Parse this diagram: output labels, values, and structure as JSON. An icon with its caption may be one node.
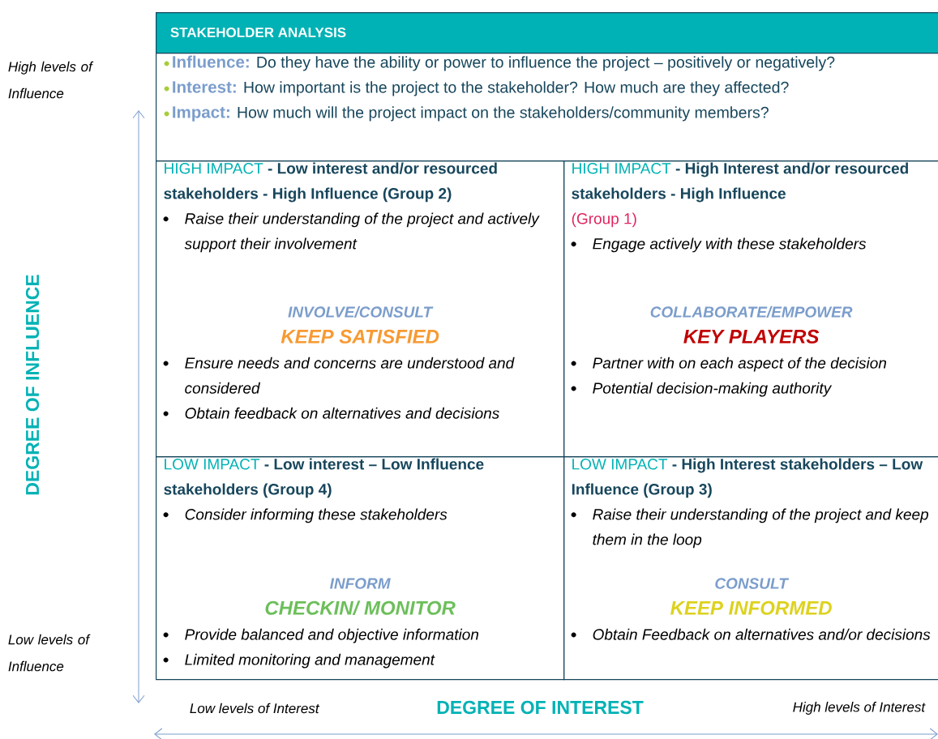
{
  "diagram": {
    "nodes": [
      {
        "text": [
          "STAKEHOLDER ANALYSIS"
        ]
      },
      {
        "text": [
          "Influence:",
          "Do they have the ability or power to influence the project – positively or negatively?",
          "Interest:",
          "How important is the project to the stakeholder? How much are they affected?",
          "Impact:",
          "How much will the project impact on the stakeholders/community members?"
        ]
      },
      {
        "text": [
          "HIGH IMPACT",
          "- Low interest and/or resourced stakeholders - High Influence (Group 2)",
          "Raise their understanding of the project and actively support their involvement",
          "INVOLVE/CONSULT",
          "KEEP SATISFIED",
          "Ensure needs and concerns are understood and considered",
          "Obtain feedback on alternatives and decisions"
        ]
      },
      {
        "text": [
          "HIGH IMPACT",
          "- High Interest and/or resourced stakeholders - High Influence",
          "(Group 1)",
          "Engage actively with these stakeholders",
          "COLLABORATE/EMPOWER",
          "KEY PLAYERS",
          "Partner with on each aspect of the decision",
          "Potential decision-making authority"
        ]
      },
      {
        "text": [
          "LOW IMPACT",
          "- Low interest – Low Influence stakeholders (Group 4)",
          "Consider informing these stakeholders",
          "INFORM",
          "CHECKIN/ MONITOR",
          "Provide balanced and objective information",
          "Limited monitoring and management"
        ]
      },
      {
        "text": [
          "LOW IMPACT",
          "- High Interest stakeholders – Low Influence (Group 3)",
          "Raise their understanding of the project and keep them in the loop",
          "CONSULT",
          "KEEP INFORMED",
          "Obtain Feedback on alternatives and/or decisions"
        ]
      }
    ],
    "labels": [
      "High levels of Influence",
      "DEGREE OF INFLUENCE",
      "Low levels of Influence",
      "Low levels of Interest",
      "DEGREE OF INTEREST",
      "High levels of Interest"
    ]
  }
}
